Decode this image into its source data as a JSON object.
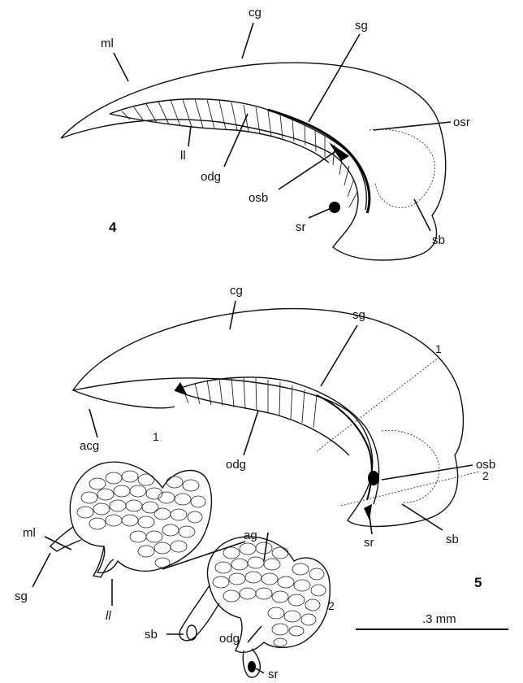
{
  "figure4": {
    "number": "4",
    "labels": {
      "cg": "cg",
      "ml": "ml",
      "sg": "sg",
      "osr": "osr",
      "ll": "ll",
      "odg": "odg",
      "osb": "osb",
      "sr": "sr",
      "sb": "sb"
    }
  },
  "figure5": {
    "number": "5",
    "labels": {
      "cg": "cg",
      "sg": "sg",
      "osb": "osb",
      "acg": "acg",
      "odg": "odg",
      "sb": "sb",
      "sr": "sr"
    },
    "section_marks": [
      "1",
      "2"
    ]
  },
  "cross_sections": {
    "section1": {
      "number": "1",
      "labels": {
        "ml": "ml",
        "sg": "sg",
        "ll": "ll",
        "ag": "ag"
      }
    },
    "section2": {
      "number": "2",
      "labels": {
        "sb": "sb",
        "odg": "odg",
        "sr": "sr"
      }
    }
  },
  "scale_bar": {
    "label": ".3 mm"
  }
}
